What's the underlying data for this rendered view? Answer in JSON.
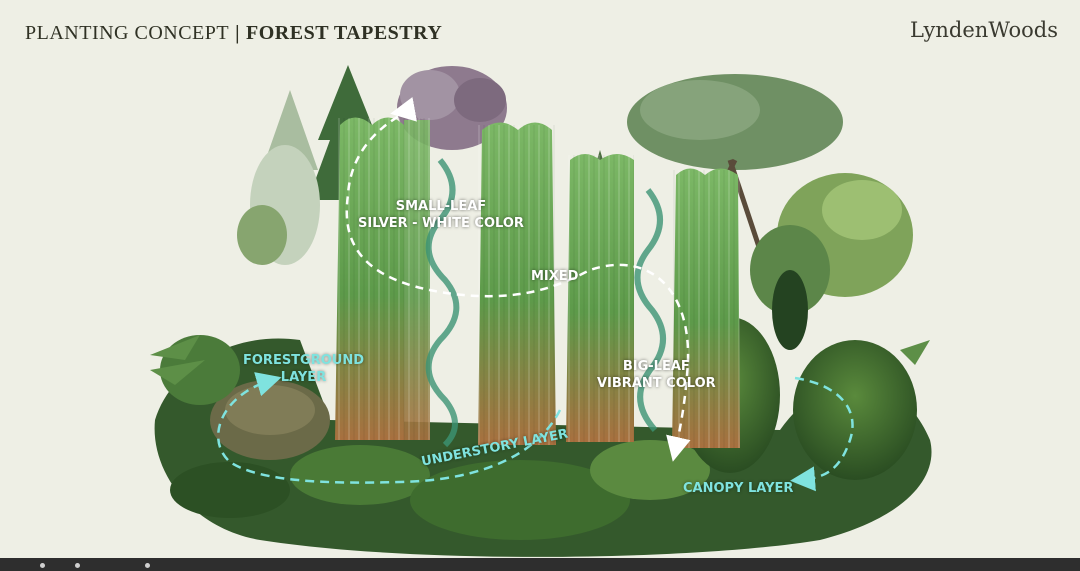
{
  "header": {
    "title_prefix": "PLANTING CONCEPT",
    "separator": "|",
    "title_main": "FOREST TAPESTRY",
    "brand": "LyndenWoods"
  },
  "labels": {
    "small_leaf_1": "SMALL-LEAF",
    "small_leaf_2": "SILVER - WHITE COLOR",
    "mixed": "MIXED",
    "big_leaf_1": "BIG-LEAF",
    "big_leaf_2": "VIBRANT COLOR",
    "forestground_1": "FORESTGROUND",
    "forestground_2": "LAYER",
    "understory": "UNDERSTORY LAYER",
    "canopy": "CANOPY LAYER"
  },
  "colors": {
    "background": "#eeefe5",
    "panel_top": "#6fae5e",
    "panel_bottom": "#a8703f",
    "foliage_dark": "#2f5a28",
    "foliage_mid": "#4f7d38",
    "foliage_light": "#9bbf80",
    "accent_cyan": "#7fe3df",
    "path_white": "#ffffff"
  }
}
